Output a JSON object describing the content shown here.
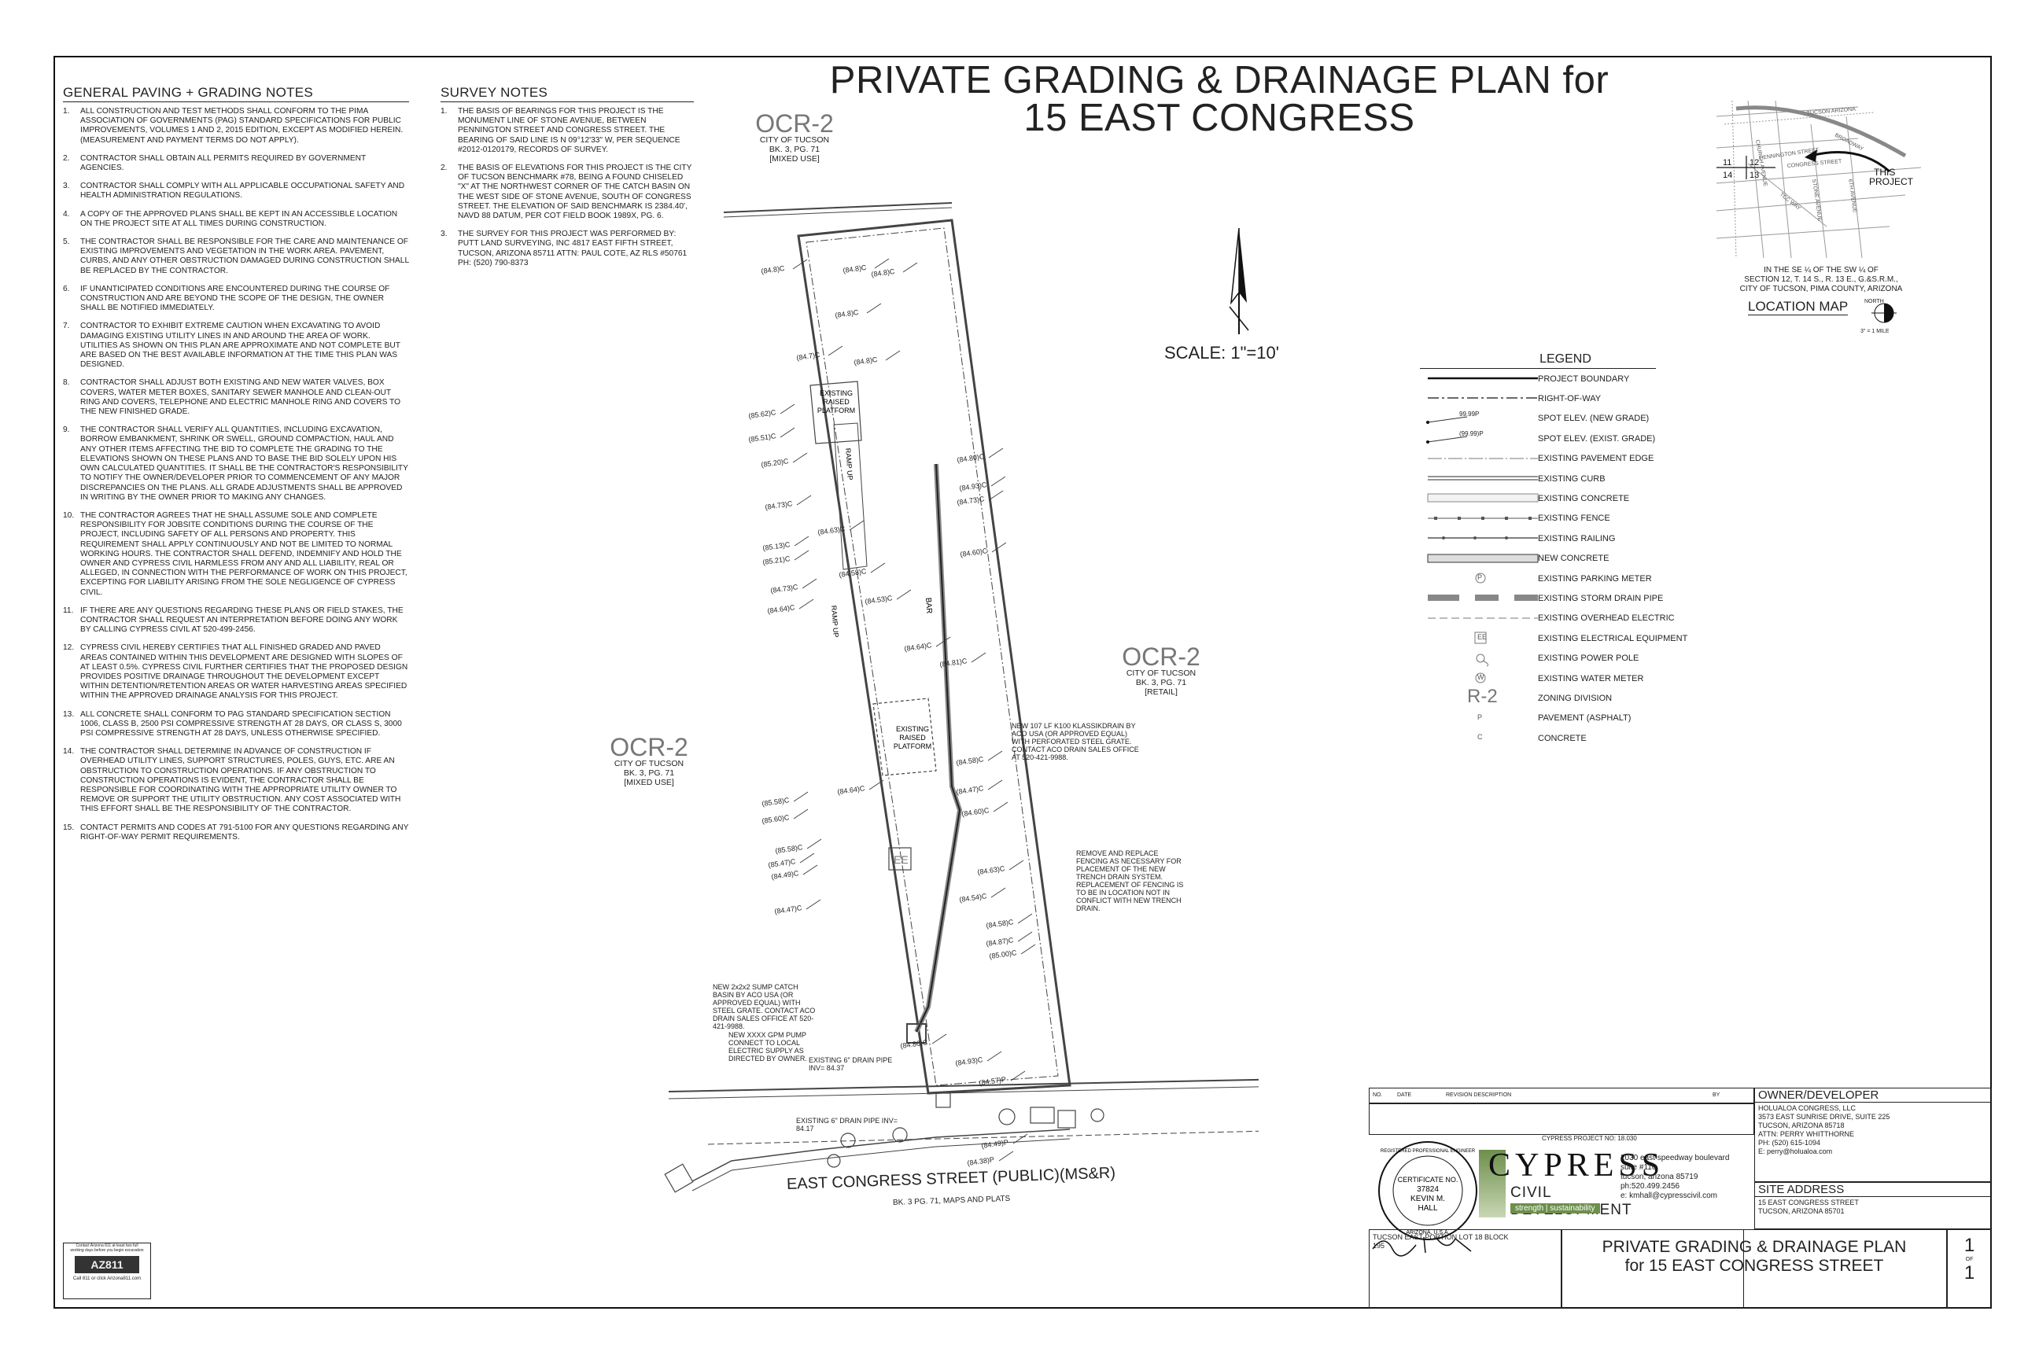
{
  "title": {
    "line1": "PRIVATE GRADING & DRAINAGE PLAN for",
    "line2": "15 EAST CONGRESS"
  },
  "scale": "SCALE: 1\"=10'",
  "general_notes": {
    "heading": "GENERAL PAVING + GRADING NOTES",
    "items": [
      {
        "n": "1.",
        "t": "ALL CONSTRUCTION AND TEST METHODS SHALL CONFORM TO THE PIMA ASSOCIATION OF GOVERNMENTS (PAG) STANDARD SPECIFICATIONS FOR PUBLIC IMPROVEMENTS, VOLUMES 1 AND 2, 2015 EDITION, EXCEPT AS MODIFIED HEREIN. (MEASUREMENT AND PAYMENT TERMS DO NOT APPLY)."
      },
      {
        "n": "2.",
        "t": "CONTRACTOR SHALL OBTAIN ALL PERMITS REQUIRED BY GOVERNMENT AGENCIES."
      },
      {
        "n": "3.",
        "t": "CONTRACTOR SHALL COMPLY WITH ALL APPLICABLE OCCUPATIONAL SAFETY AND HEALTH ADMINISTRATION REGULATIONS."
      },
      {
        "n": "4.",
        "t": "A COPY OF THE APPROVED PLANS SHALL BE KEPT IN AN ACCESSIBLE LOCATION ON THE PROJECT SITE AT ALL TIMES DURING CONSTRUCTION."
      },
      {
        "n": "5.",
        "t": "THE CONTRACTOR SHALL BE RESPONSIBLE FOR THE CARE AND MAINTENANCE OF EXISTING IMPROVEMENTS AND VEGETATION IN THE WORK AREA. PAVEMENT, CURBS, AND ANY OTHER OBSTRUCTION DAMAGED DURING CONSTRUCTION SHALL BE REPLACED BY THE CONTRACTOR."
      },
      {
        "n": "6.",
        "t": "IF UNANTICIPATED CONDITIONS ARE ENCOUNTERED DURING THE COURSE OF CONSTRUCTION AND ARE BEYOND THE SCOPE OF THE DESIGN, THE OWNER SHALL BE NOTIFIED IMMEDIATELY."
      },
      {
        "n": "7.",
        "t": "CONTRACTOR TO EXHIBIT EXTREME CAUTION WHEN EXCAVATING TO AVOID DAMAGING EXISTING UTILITY LINES IN AND AROUND THE AREA OF WORK. UTILITIES AS SHOWN ON THIS PLAN ARE APPROXIMATE AND NOT COMPLETE BUT ARE BASED ON THE BEST AVAILABLE INFORMATION AT THE TIME THIS PLAN WAS DESIGNED."
      },
      {
        "n": "8.",
        "t": "CONTRACTOR SHALL ADJUST BOTH EXISTING AND NEW WATER VALVES, BOX COVERS, WATER METER BOXES, SANITARY SEWER MANHOLE AND CLEAN-OUT RING AND COVERS, TELEPHONE AND ELECTRIC MANHOLE RING AND COVERS TO THE NEW FINISHED GRADE."
      },
      {
        "n": "9.",
        "t": "THE CONTRACTOR SHALL VERIFY ALL QUANTITIES, INCLUDING EXCAVATION, BORROW EMBANKMENT, SHRINK OR SWELL, GROUND COMPACTION, HAUL AND ANY OTHER ITEMS AFFECTING THE BID TO COMPLETE THE GRADING TO THE ELEVATIONS SHOWN ON THESE PLANS AND TO BASE THE BID SOLELY UPON HIS OWN CALCULATED QUANTITIES. IT SHALL BE THE CONTRACTOR'S RESPONSIBILITY TO NOTIFY THE OWNER/DEVELOPER PRIOR TO COMMENCEMENT OF ANY MAJOR DISCREPANCIES ON THE PLANS. ALL GRADE ADJUSTMENTS SHALL BE APPROVED IN WRITING BY THE OWNER PRIOR TO MAKING ANY CHANGES."
      },
      {
        "n": "10.",
        "t": "THE CONTRACTOR AGREES THAT HE SHALL ASSUME SOLE AND COMPLETE RESPONSIBILITY FOR JOBSITE CONDITIONS DURING THE COURSE OF THE PROJECT, INCLUDING SAFETY OF ALL PERSONS AND PROPERTY. THIS REQUIREMENT SHALL APPLY CONTINUOUSLY AND NOT BE LIMITED TO NORMAL WORKING HOURS. THE CONTRACTOR SHALL DEFEND, INDEMNIFY AND HOLD THE OWNER AND CYPRESS CIVIL HARMLESS FROM ANY AND ALL LIABILITY, REAL OR ALLEGED, IN CONNECTION WITH THE PERFORMANCE OF WORK ON THIS PROJECT, EXCEPTING FOR LIABILITY ARISING FROM THE SOLE NEGLIGENCE OF CYPRESS CIVIL."
      },
      {
        "n": "11.",
        "t": "IF THERE ARE ANY QUESTIONS REGARDING THESE PLANS OR FIELD STAKES, THE CONTRACTOR SHALL REQUEST AN INTERPRETATION BEFORE DOING ANY WORK BY CALLING CYPRESS CIVIL AT 520-499-2456."
      },
      {
        "n": "12.",
        "t": "CYPRESS CIVIL HEREBY CERTIFIES THAT ALL FINISHED GRADED AND PAVED AREAS CONTAINED WITHIN THIS DEVELOPMENT ARE DESIGNED WITH SLOPES OF AT LEAST 0.5%. CYPRESS CIVIL FURTHER CERTIFIES THAT THE PROPOSED DESIGN PROVIDES POSITIVE DRAINAGE THROUGHOUT THE DEVELOPMENT EXCEPT WITHIN DETENTION/RETENTION AREAS OR WATER HARVESTING AREAS SPECIFIED WITHIN THE APPROVED DRAINAGE ANALYSIS FOR THIS PROJECT."
      },
      {
        "n": "13.",
        "t": "ALL CONCRETE SHALL CONFORM TO PAG STANDARD SPECIFICATION SECTION 1006, CLASS B, 2500 PSI COMPRESSIVE STRENGTH AT 28 DAYS, OR CLASS S, 3000 PSI COMPRESSIVE STRENGTH AT 28 DAYS, UNLESS OTHERWISE SPECIFIED."
      },
      {
        "n": "14.",
        "t": "THE CONTRACTOR SHALL DETERMINE IN ADVANCE OF CONSTRUCTION IF OVERHEAD UTILITY LINES, SUPPORT STRUCTURES, POLES, GUYS, ETC. ARE AN OBSTRUCTION TO CONSTRUCTION OPERATIONS. IF ANY OBSTRUCTION TO CONSTRUCTION OPERATIONS IS EVIDENT, THE CONTRACTOR SHALL BE RESPONSIBLE FOR COORDINATING WITH THE APPROPRIATE UTILITY OWNER TO REMOVE OR SUPPORT THE UTILITY OBSTRUCTION. ANY COST ASSOCIATED WITH THIS EFFORT SHALL BE THE RESPONSIBILITY OF THE CONTRACTOR."
      },
      {
        "n": "15.",
        "t": "CONTACT PERMITS AND CODES AT 791-5100 FOR ANY QUESTIONS REGARDING ANY RIGHT-OF-WAY PERMIT REQUIREMENTS."
      }
    ]
  },
  "survey_notes": {
    "heading": "SURVEY NOTES",
    "items": [
      {
        "n": "1.",
        "t": "THE BASIS OF BEARINGS FOR THIS PROJECT IS THE MONUMENT LINE OF STONE AVENUE, BETWEEN PENNINGTON STREET AND CONGRESS STREET. THE BEARING OF SAID LINE IS N 09°12'33\" W, PER SEQUENCE #2012-0120179, RECORDS OF SURVEY."
      },
      {
        "n": "2.",
        "t": "THE BASIS OF ELEVATIONS FOR THIS PROJECT IS THE CITY OF TUCSON BENCHMARK #78, BEING A FOUND CHISELED \"X\" AT THE NORTHWEST CORNER OF THE CATCH BASIN ON THE WEST SIDE OF STONE AVENUE, SOUTH OF CONGRESS STREET. THE ELEVATION OF SAID BENCHMARK IS 2384.40', NAVD 88 DATUM, PER COT FIELD BOOK 1989X, PG. 6."
      },
      {
        "n": "3.",
        "t": "THE SURVEY FOR THIS PROJECT WAS PERFORMED BY: PUTT LAND SURVEYING, INC 4817 EAST FIFTH STREET, TUCSON, ARIZONA 85711 ATTN: PAUL COTE, AZ RLS #50761 PH: (520) 790-8373"
      }
    ]
  },
  "zones": [
    {
      "code": "OCR-2",
      "lines": [
        "CITY OF TUCSON",
        "BK. 3, PG. 71",
        "[MIXED USE]"
      ]
    },
    {
      "code": "OCR-2",
      "lines": [
        "CITY OF TUCSON",
        "BK. 3, PG. 71",
        "[RETAIL]"
      ]
    },
    {
      "code": "OCR-2",
      "lines": [
        "CITY OF TUCSON",
        "BK. 3, PG. 71",
        "[MIXED USE]"
      ]
    }
  ],
  "street": {
    "name": "EAST CONGRESS STREET (PUBLIC)(MS&R)",
    "sub": "BK. 3 PG. 71, MAPS AND PLATS"
  },
  "callouts": {
    "klassik": "NEW 107 LF K100 KLASSIKDRAIN BY ACO USA (OR APPROVED EQUAL) WITH PERFORATED STEEL GRATE. CONTACT ACO DRAIN SALES OFFICE AT 520-421-9988.",
    "fencing": "REMOVE AND REPLACE FENCING AS NECESSARY FOR PLACEMENT OF THE NEW TRENCH DRAIN SYSTEM. REPLACEMENT OF FENCING IS TO BE IN LOCATION NOT IN CONFLICT WITH NEW TRENCH DRAIN.",
    "sump": "NEW 2x2x2 SUMP CATCH BASIN BY ACO USA (OR APPROVED EQUAL) WITH STEEL GRATE. CONTACT ACO DRAIN SALES OFFICE AT 520-421-9988.",
    "pump": "NEW XXXX GPM PUMP CONNECT TO LOCAL ELECTRIC SUPPLY AS DIRECTED BY OWNER.",
    "drain1": "EXISTING 6\" DRAIN PIPE INV= 84.37",
    "drain2": "EXISTING 6\" DRAIN PIPE INV= 84.17",
    "platform1": "EXISTING RAISED PLATFORM",
    "platform2": "EXISTING RAISED PLATFORM",
    "ramp": "RAMP UP",
    "bar": "BAR",
    "ee": "EE"
  },
  "elevations": [
    "(84.8)C",
    "(84.8)C",
    "(84.8)C",
    "(84.7)C",
    "(84.8)C",
    "(84.8)C",
    "(85.62)C",
    "(85.51)C",
    "(85.20)C",
    "(84.73)C",
    "(85.13)C",
    "(85.21)C",
    "(84.63)C",
    "(84.73)C",
    "(84.64)C",
    "(84.58)C",
    "(84.80)C",
    "(84.93)C",
    "(84.73)C",
    "(84.81)C",
    "(84.53)C",
    "(84.64)C",
    "(84.60)C",
    "(85.58)C",
    "(85.60)C",
    "(84.58)C",
    "(84.47)C",
    "(84.60)C",
    "(84.64)C",
    "(85.58)C",
    "(85.47)C",
    "(84.49)C",
    "(84.47)C",
    "(84.63)C",
    "(84.54)C",
    "(84.58)C",
    "(84.87)C",
    "(85.00)C",
    "(84.80)C",
    "(84.93)C",
    "(84.57)P",
    "(84.49)P",
    "(84.38)P"
  ],
  "location_map": {
    "streets": [
      "TUCSON ARIZONA",
      "CHURCH AVENUE",
      "PENNINGTON STREET",
      "CONGRESS STREET",
      "STONE AVENUE",
      "6TH AVENUE",
      "BROADWAY",
      "TCC WAY"
    ],
    "grid": [
      "11",
      "12",
      "14",
      "13"
    ],
    "this_project": "THIS PROJECT",
    "caption": [
      "IN THE SE ¼ OF THE SW ¼ OF",
      "SECTION 12, T. 14 S., R. 13 E., G.&S.R.M.,",
      "CITY OF TUCSON, PIMA COUNTY, ARIZONA"
    ],
    "label": "LOCATION MAP",
    "north": "NORTH",
    "scale": "3\" = 1 MILE"
  },
  "legend": {
    "heading": "LEGEND",
    "items": [
      {
        "sym": "boundary",
        "label": "PROJECT BOUNDARY"
      },
      {
        "sym": "row",
        "label": "RIGHT-OF-WAY"
      },
      {
        "sym": "spot-new",
        "label": "SPOT ELEV. (NEW GRADE)",
        "sample": "99.99P"
      },
      {
        "sym": "spot-exist",
        "label": "SPOT ELEV. (EXIST. GRADE)",
        "sample": "(99.99)P"
      },
      {
        "sym": "pave-edge",
        "label": "EXISTING PAVEMENT EDGE"
      },
      {
        "sym": "curb",
        "label": "EXISTING CURB"
      },
      {
        "sym": "concrete",
        "label": "EXISTING CONCRETE"
      },
      {
        "sym": "fence",
        "label": "EXISTING FENCE"
      },
      {
        "sym": "railing",
        "label": "EXISTING RAILING"
      },
      {
        "sym": "new-concrete",
        "label": "NEW CONCRETE"
      },
      {
        "sym": "meter",
        "label": "EXISTING PARKING METER",
        "sample": "P"
      },
      {
        "sym": "storm",
        "label": "EXISTING STORM DRAIN PIPE"
      },
      {
        "sym": "ohe",
        "label": "EXISTING OVERHEAD ELECTRIC"
      },
      {
        "sym": "ee",
        "label": "EXISTING ELECTRICAL EQUIPMENT",
        "sample": "EE"
      },
      {
        "sym": "pole",
        "label": "EXISTING POWER POLE"
      },
      {
        "sym": "wmeter",
        "label": "EXISTING WATER METER",
        "sample": "W"
      },
      {
        "sym": "zoning",
        "label": "ZONING DIVISION",
        "sample": "R-2"
      },
      {
        "sym": "text-p",
        "label": "PAVEMENT (ASPHALT)",
        "sample": "P"
      },
      {
        "sym": "text-c",
        "label": "CONCRETE",
        "sample": "C"
      }
    ]
  },
  "title_block": {
    "rev_headers": [
      "NO.",
      "DATE",
      "REVISION DESCRIPTION",
      "BY"
    ],
    "project_no": "CYPRESS PROJECT NO: 18.030",
    "firm_big": "CYPRESS",
    "firm_sub": "CIVIL DEVELOPMENT",
    "firm_tag": "strength | sustainability",
    "firm_address": [
      "2030 east speedway boulevard",
      "suite #110",
      "tucson, arizona 85719",
      "ph:520.499.2456",
      "e: kmhall@cypresscivil.com"
    ],
    "seal": [
      "REGISTERED PROFESSIONAL ENGINEER",
      "CERTIFICATE NO.",
      "37824",
      "KEVIN M.",
      "HALL",
      "ARIZONA, U.S.A."
    ],
    "owner_heading": "OWNER/DEVELOPER",
    "owner_lines": [
      "HOLUALOA CONGRESS, LLC",
      "3573 EAST SUNRISE DRIVE, SUITE 225",
      "TUCSON, ARIZONA 85718",
      "ATTN: PERRY WHITTHORNE",
      "PH: (520) 615-1094",
      "E: perry@holualoa.com"
    ],
    "site_heading": "SITE ADDRESS",
    "site_lines": [
      "15 EAST CONGRESS STREET",
      "TUCSON, ARIZONA 85701"
    ],
    "legal": [
      "TUCSON EAST PORTION LOT 18 BLOCK",
      "195"
    ],
    "sheet_title1": "PRIVATE GRADING & DRAINAGE PLAN",
    "sheet_title2": "for 15 EAST CONGRESS STREET",
    "sheet_no": "1",
    "sheet_of": "OF",
    "sheet_total": "1"
  },
  "arizona811": {
    "line1": "Contact Arizona 811 at least two full",
    "line2": "working days before you begin excavation",
    "logo": "AZ811",
    "line3": "Call 811 or click Arizona811.com"
  }
}
